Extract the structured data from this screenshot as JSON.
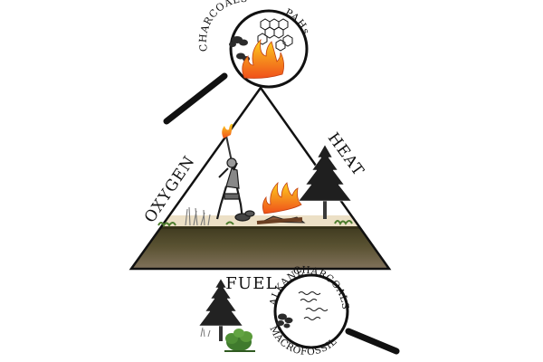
{
  "triangle_labels": {
    "left": "OXYGEN",
    "right": "HEAT",
    "bottom": "FUEL"
  },
  "top_lens": {
    "left_text": "CHARCOALS",
    "right_text": "PAHs",
    "icons": [
      "charcoal-lumps-icon",
      "pah-hexagon-rings-icon",
      "flame-icon"
    ]
  },
  "bottom_lens": {
    "top_text": "CHARCOALS",
    "left_text": "n-ALKANES",
    "bottom_text": "MACROFOSSILS",
    "icons": [
      "charcoal-lumps-icon",
      "wavy-alkane-chains-icon",
      "pine-tree-icon",
      "shrub-icon"
    ]
  },
  "scene_icons": [
    "torch-bearer-figure-icon",
    "campfire-icon",
    "fir-tree-icon",
    "grass-tuft-icon",
    "soil-layers-icon"
  ],
  "colors": {
    "flame_outer": "#f26a1b",
    "flame_inner": "#ffd21f",
    "soil_top": "#4c4526",
    "soil_bottom": "#7a6a54",
    "ground": "#e9dcc4",
    "grass": "#5a8a3a",
    "outline": "#111111"
  }
}
